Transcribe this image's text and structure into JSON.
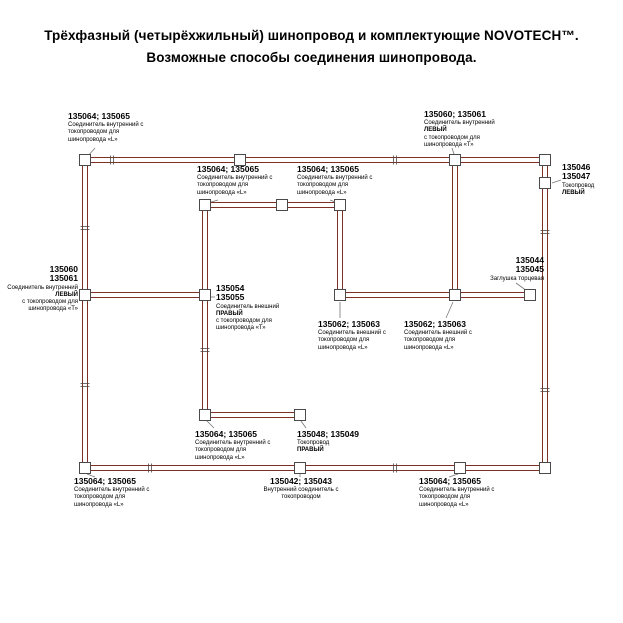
{
  "title": {
    "line1": "Трёхфазный (четырёхжильный) шинопровод и комплектующие NOVOTECH™.",
    "line2": "Возможные способы соединения шинопровода."
  },
  "colors": {
    "track": "#7d3126",
    "box_border": "#4a4a4a",
    "leader": "#777777",
    "text": "#000000"
  },
  "labels": {
    "top_left_l": {
      "nums": "135064; 135065",
      "desc": "Соединитель внутренний с токопроводом для шинопровода «L»"
    },
    "inner_top_left_l": {
      "nums": "135064; 135065",
      "desc": "Соединитель внутренний с токопроводом для шинопровода «L»"
    },
    "inner_top_right_l": {
      "nums": "135064; 135065",
      "desc": "Соединитель внутренний с токопроводом для шинопровода «L»"
    },
    "top_t_left": {
      "nums": "135060; 135061",
      "desc_pre": "Соединитель внутренний",
      "bold": "ЛЕВЫЙ",
      "desc_post": "с токопроводом для шинопровода «Т»"
    },
    "feed_left": {
      "nums": "135046\n135047",
      "desc_pre": "Токопровод",
      "bold": "ЛЕВЫЙ"
    },
    "left_t_left": {
      "nums": "135060\n135061",
      "desc_pre": "Соединитель внутренний",
      "bold": "ЛЕВЫЙ",
      "desc_post": "с токопроводом для шинопровода «Т»"
    },
    "center_t_right": {
      "nums": "135054\n135055",
      "desc_pre": "Соединитель внешний",
      "bold": "ПРАВЫЙ",
      "desc_post": "с токопроводом для шинопровода «Т»"
    },
    "end_cap": {
      "nums": "135044\n135045",
      "desc": "Заглушка торцевая"
    },
    "outer_l_left": {
      "nums": "135062; 135063",
      "desc": "Соединитель внешний с токопроводом для шинопровода «L»"
    },
    "outer_l_right": {
      "nums": "135062; 135063",
      "desc": "Соединитель внешний с токопроводом для шинопровода «L»"
    },
    "inner_bottom_l": {
      "nums": "135064; 135065",
      "desc": "Соединитель внутренний с токопроводом для шинопровода «L»"
    },
    "feed_right": {
      "nums": "135048; 135049",
      "desc_pre": "Токопровод",
      "bold": "ПРАВЫЙ"
    },
    "bottom_left_l": {
      "nums": "135064; 135065",
      "desc": "Соединитель внутренний с токопроводом для шинопровода «L»"
    },
    "straight_connector": {
      "nums": "135042; 135043",
      "desc": "Внутренний соединитель с токопроводом"
    },
    "bottom_right_l": {
      "nums": "135064; 135065",
      "desc": "Соединитель внутренний с токопроводом для шинопровода «L»"
    }
  }
}
